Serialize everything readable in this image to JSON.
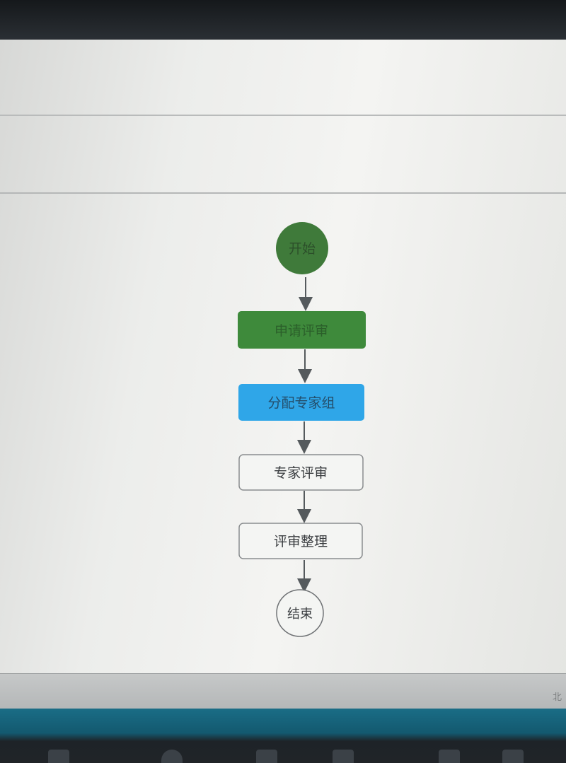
{
  "flowchart": {
    "start_label": "开始",
    "steps": [
      {
        "label": "申请评审",
        "state": "completed"
      },
      {
        "label": "分配专家组",
        "state": "current"
      },
      {
        "label": "专家评审",
        "state": "pending"
      },
      {
        "label": "评审整理",
        "state": "pending"
      }
    ],
    "end_label": "结束"
  },
  "colors": {
    "completed": "#3e8a3b",
    "start": "#3f7a3a",
    "current": "#2fa6e8",
    "pending_border": "#8a8d8f",
    "arrow": "#555a5d"
  },
  "status": {
    "corner_text": "北"
  }
}
